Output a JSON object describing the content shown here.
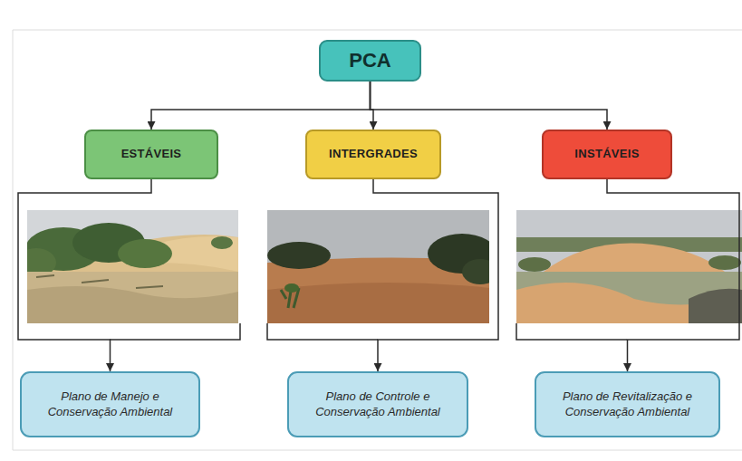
{
  "diagram": {
    "nodes": [
      {
        "text": [
          "PCA"
        ]
      },
      {
        "text": [
          "ESTÁVEIS"
        ]
      },
      {
        "text": [
          "INTERGRADES"
        ]
      },
      {
        "text": [
          "INSTÁVEIS"
        ]
      },
      {
        "text": [
          "Plano de Manejo e Conservação Ambiental"
        ]
      },
      {
        "text": [
          "Plano de Controle e Conservação Ambiental"
        ]
      },
      {
        "text": [
          "Plano de Revitalização e Conservação Ambiental"
        ]
      }
    ],
    "edges": [
      {
        "from": 0,
        "to": 1,
        "arrow": "to"
      },
      {
        "from": 0,
        "to": 2,
        "arrow": "to"
      },
      {
        "from": 0,
        "to": 3,
        "arrow": "to"
      },
      {
        "from": 1,
        "to": 4,
        "arrow": "to"
      },
      {
        "from": 2,
        "to": 5,
        "arrow": "to"
      },
      {
        "from": 3,
        "to": 6,
        "arrow": "to"
      }
    ]
  }
}
